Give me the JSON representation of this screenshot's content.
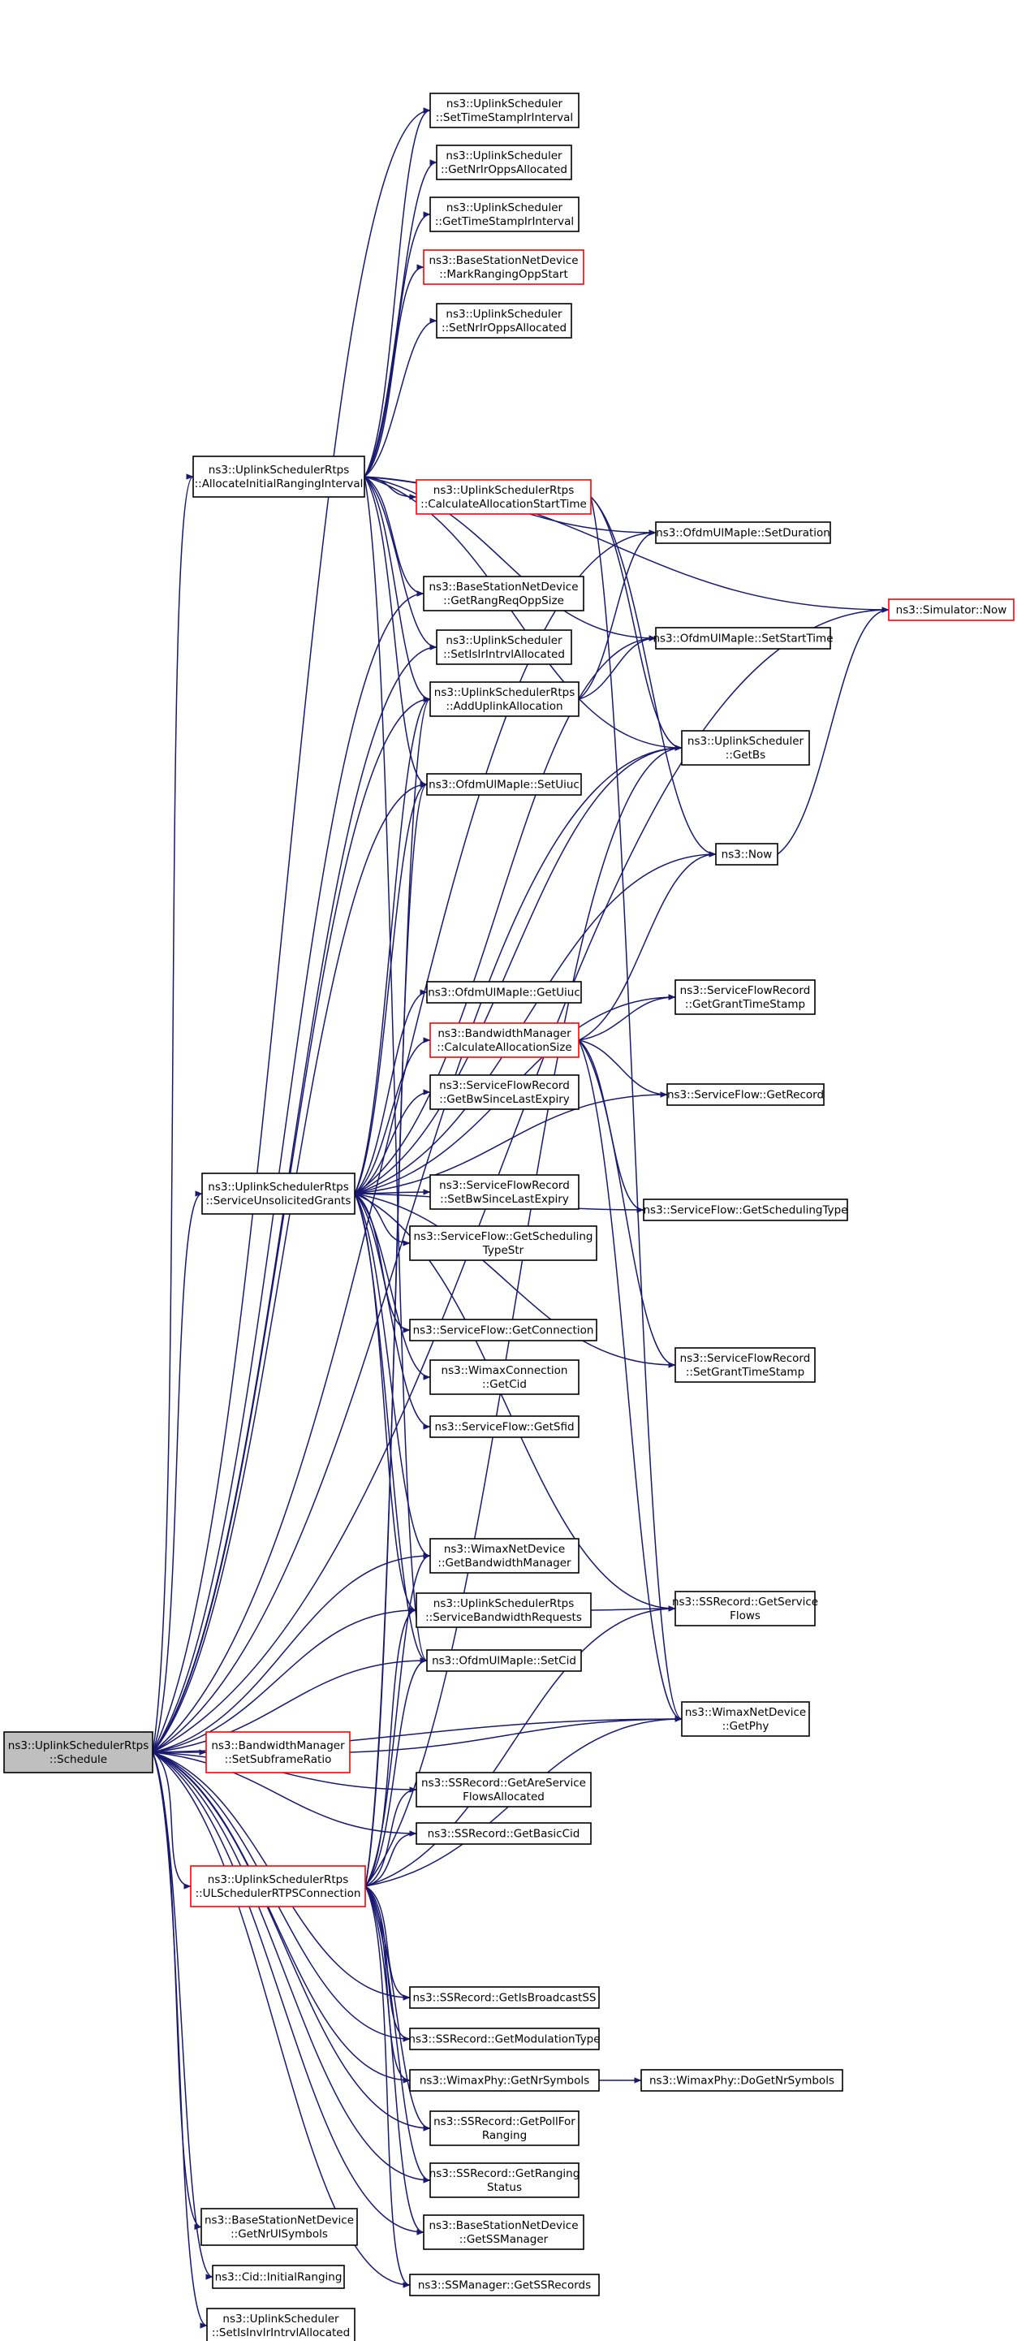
{
  "diagram": {
    "nodes": [
      {
        "id": "root",
        "lines": [
          "ns3::UplinkSchedulerRtps",
          "::Schedule"
        ],
        "style": "root"
      },
      {
        "id": "allocInit",
        "lines": [
          "ns3::UplinkSchedulerRtps",
          "::AllocateInitialRangingInterval"
        ],
        "style": "normal"
      },
      {
        "id": "serviceUnsol",
        "lines": [
          "ns3::UplinkSchedulerRtps",
          "::ServiceUnsolicitedGrants"
        ],
        "style": "normal"
      },
      {
        "id": "setSubframe",
        "lines": [
          "ns3::BandwidthManager",
          "::SetSubframeRatio"
        ],
        "style": "red"
      },
      {
        "id": "ulSched",
        "lines": [
          "ns3::UplinkSchedulerRtps",
          "::ULSchedulerRTPSConnection"
        ],
        "style": "red"
      },
      {
        "id": "getNrUl",
        "lines": [
          "ns3::BaseStationNetDevice",
          "::GetNrUlSymbols"
        ],
        "style": "normal"
      },
      {
        "id": "cidInit",
        "lines": [
          "ns3::Cid::InitialRanging"
        ],
        "style": "normal"
      },
      {
        "id": "setIsInv",
        "lines": [
          "ns3::UplinkScheduler",
          "::SetIsInvIrIntrvlAllocated"
        ],
        "style": "normal"
      },
      {
        "id": "setTimeStamp",
        "lines": [
          "ns3::UplinkScheduler",
          "::SetTimeStampIrInterval"
        ],
        "style": "normal"
      },
      {
        "id": "getNrIrOpps",
        "lines": [
          "ns3::UplinkScheduler",
          "::GetNrIrOppsAllocated"
        ],
        "style": "normal"
      },
      {
        "id": "getTimeStamp",
        "lines": [
          "ns3::UplinkScheduler",
          "::GetTimeStampIrInterval"
        ],
        "style": "normal"
      },
      {
        "id": "markRanging",
        "lines": [
          "ns3::BaseStationNetDevice",
          "::MarkRangingOppStart"
        ],
        "style": "red"
      },
      {
        "id": "setNrIrOpps",
        "lines": [
          "ns3::UplinkScheduler",
          "::SetNrIrOppsAllocated"
        ],
        "style": "normal"
      },
      {
        "id": "calcAllocStart",
        "lines": [
          "ns3::UplinkSchedulerRtps",
          "::CalculateAllocationStartTime"
        ],
        "style": "red"
      },
      {
        "id": "getRangReq",
        "lines": [
          "ns3::BaseStationNetDevice",
          "::GetRangReqOppSize"
        ],
        "style": "normal"
      },
      {
        "id": "setIsIrIntrvl",
        "lines": [
          "ns3::UplinkScheduler",
          "::SetIsIrIntrvlAllocated"
        ],
        "style": "normal"
      },
      {
        "id": "addUplink",
        "lines": [
          "ns3::UplinkSchedulerRtps",
          "::AddUplinkAllocation"
        ],
        "style": "normal"
      },
      {
        "id": "setUiuc",
        "lines": [
          "ns3::OfdmUlMapIe::SetUiuc"
        ],
        "style": "normal"
      },
      {
        "id": "getUiuc",
        "lines": [
          "ns3::OfdmUlMapIe::GetUiuc"
        ],
        "style": "normal"
      },
      {
        "id": "bwCalcAlloc",
        "lines": [
          "ns3::BandwidthManager",
          "::CalculateAllocationSize"
        ],
        "style": "red"
      },
      {
        "id": "getBwSince",
        "lines": [
          "ns3::ServiceFlowRecord",
          "::GetBwSinceLastExpiry"
        ],
        "style": "normal"
      },
      {
        "id": "setBwSince",
        "lines": [
          "ns3::ServiceFlowRecord",
          "::SetBwSinceLastExpiry"
        ],
        "style": "normal"
      },
      {
        "id": "getSchedTypeStr",
        "lines": [
          "ns3::ServiceFlow::GetScheduling",
          "TypeStr"
        ],
        "style": "normal"
      },
      {
        "id": "getConnection",
        "lines": [
          "ns3::ServiceFlow::GetConnection"
        ],
        "style": "normal"
      },
      {
        "id": "wimaxGetCid",
        "lines": [
          "ns3::WimaxConnection",
          "::GetCid"
        ],
        "style": "normal"
      },
      {
        "id": "getSfid",
        "lines": [
          "ns3::ServiceFlow::GetSfid"
        ],
        "style": "normal"
      },
      {
        "id": "getBwManager",
        "lines": [
          "ns3::WimaxNetDevice",
          "::GetBandwidthManager"
        ],
        "style": "normal"
      },
      {
        "id": "serviceBwReq",
        "lines": [
          "ns3::UplinkSchedulerRtps",
          "::ServiceBandwidthRequests"
        ],
        "style": "normal"
      },
      {
        "id": "setCid",
        "lines": [
          "ns3::OfdmUlMapIe::SetCid"
        ],
        "style": "normal"
      },
      {
        "id": "getAreService",
        "lines": [
          "ns3::SSRecord::GetAreService",
          "FlowsAllocated"
        ],
        "style": "normal"
      },
      {
        "id": "getBasicCid",
        "lines": [
          "ns3::SSRecord::GetBasicCid"
        ],
        "style": "normal"
      },
      {
        "id": "getIsBroadcast",
        "lines": [
          "ns3::SSRecord::GetIsBroadcastSS"
        ],
        "style": "normal"
      },
      {
        "id": "getModType",
        "lines": [
          "ns3::SSRecord::GetModulationType"
        ],
        "style": "normal"
      },
      {
        "id": "getNrSymbols",
        "lines": [
          "ns3::WimaxPhy::GetNrSymbols"
        ],
        "style": "normal"
      },
      {
        "id": "getPollFor",
        "lines": [
          "ns3::SSRecord::GetPollFor",
          "Ranging"
        ],
        "style": "normal"
      },
      {
        "id": "getRangingStatus",
        "lines": [
          "ns3::SSRecord::GetRanging",
          "Status"
        ],
        "style": "normal"
      },
      {
        "id": "getSSManager",
        "lines": [
          "ns3::BaseStationNetDevice",
          "::GetSSManager"
        ],
        "style": "normal"
      },
      {
        "id": "getSSRecords",
        "lines": [
          "ns3::SSManager::GetSSRecords"
        ],
        "style": "normal"
      },
      {
        "id": "setDuration",
        "lines": [
          "ns3::OfdmUlMapIe::SetDuration"
        ],
        "style": "normal"
      },
      {
        "id": "setStartTime",
        "lines": [
          "ns3::OfdmUlMapIe::SetStartTime"
        ],
        "style": "normal"
      },
      {
        "id": "getBs",
        "lines": [
          "ns3::UplinkScheduler",
          "::GetBs"
        ],
        "style": "normal"
      },
      {
        "id": "ns3Now",
        "lines": [
          "ns3::Now"
        ],
        "style": "normal"
      },
      {
        "id": "getGrantTime",
        "lines": [
          "ns3::ServiceFlowRecord",
          "::GetGrantTimeStamp"
        ],
        "style": "normal"
      },
      {
        "id": "getRecord",
        "lines": [
          "ns3::ServiceFlow::GetRecord"
        ],
        "style": "normal"
      },
      {
        "id": "getSchedType",
        "lines": [
          "ns3::ServiceFlow::GetSchedulingType"
        ],
        "style": "normal"
      },
      {
        "id": "setGrantTime",
        "lines": [
          "ns3::ServiceFlowRecord",
          "::SetGrantTimeStamp"
        ],
        "style": "normal"
      },
      {
        "id": "getServiceFlows",
        "lines": [
          "ns3::SSRecord::GetService",
          "Flows"
        ],
        "style": "normal"
      },
      {
        "id": "getPhy",
        "lines": [
          "ns3::WimaxNetDevice",
          "::GetPhy"
        ],
        "style": "normal"
      },
      {
        "id": "doGetNrSymbols",
        "lines": [
          "ns3::WimaxPhy::DoGetNrSymbols"
        ],
        "style": "normal"
      },
      {
        "id": "simNow",
        "lines": [
          "ns3::Simulator::Now"
        ],
        "style": "red"
      }
    ],
    "edges": [
      [
        "root",
        "allocInit"
      ],
      [
        "root",
        "serviceUnsol"
      ],
      [
        "root",
        "setSubframe"
      ],
      [
        "root",
        "ulSched"
      ],
      [
        "root",
        "getNrUl"
      ],
      [
        "root",
        "cidInit"
      ],
      [
        "root",
        "setIsInv"
      ],
      [
        "root",
        "setTimeStamp"
      ],
      [
        "root",
        "setDuration"
      ],
      [
        "root",
        "simNow"
      ],
      [
        "root",
        "getRangReq"
      ],
      [
        "root",
        "setIsIrIntrvl"
      ],
      [
        "root",
        "addUplink"
      ],
      [
        "root",
        "getBs"
      ],
      [
        "root",
        "setUiuc"
      ],
      [
        "root",
        "getBwManager"
      ],
      [
        "root",
        "serviceBwReq"
      ],
      [
        "root",
        "setCid"
      ],
      [
        "root",
        "getPhy"
      ],
      [
        "root",
        "getAreService"
      ],
      [
        "root",
        "getBasicCid"
      ],
      [
        "root",
        "getIsBroadcast"
      ],
      [
        "root",
        "getModType"
      ],
      [
        "root",
        "getNrSymbols"
      ],
      [
        "root",
        "getPollFor"
      ],
      [
        "root",
        "getRangingStatus"
      ],
      [
        "root",
        "getSSManager"
      ],
      [
        "root",
        "getSSRecords"
      ],
      [
        "allocInit",
        "setTimeStamp"
      ],
      [
        "allocInit",
        "getNrIrOpps"
      ],
      [
        "allocInit",
        "getTimeStamp"
      ],
      [
        "allocInit",
        "markRanging"
      ],
      [
        "allocInit",
        "setNrIrOpps"
      ],
      [
        "allocInit",
        "calcAllocStart"
      ],
      [
        "allocInit",
        "getRangReq"
      ],
      [
        "allocInit",
        "setIsIrIntrvl"
      ],
      [
        "allocInit",
        "addUplink"
      ],
      [
        "allocInit",
        "setUiuc"
      ],
      [
        "allocInit",
        "simNow"
      ],
      [
        "allocInit",
        "setStartTime"
      ],
      [
        "allocInit",
        "getBs"
      ],
      [
        "allocInit",
        "setDuration"
      ],
      [
        "allocInit",
        "setCid"
      ],
      [
        "calcAllocStart",
        "getBs"
      ],
      [
        "calcAllocStart",
        "ns3Now"
      ],
      [
        "calcAllocStart",
        "getPhy"
      ],
      [
        "addUplink",
        "setDuration"
      ],
      [
        "addUplink",
        "setStartTime"
      ],
      [
        "serviceUnsol",
        "getUiuc"
      ],
      [
        "serviceUnsol",
        "bwCalcAlloc"
      ],
      [
        "serviceUnsol",
        "getBwSince"
      ],
      [
        "serviceUnsol",
        "setBwSince"
      ],
      [
        "serviceUnsol",
        "getSchedTypeStr"
      ],
      [
        "serviceUnsol",
        "getConnection"
      ],
      [
        "serviceUnsol",
        "wimaxGetCid"
      ],
      [
        "serviceUnsol",
        "getSfid"
      ],
      [
        "serviceUnsol",
        "getBwManager"
      ],
      [
        "serviceUnsol",
        "serviceBwReq"
      ],
      [
        "serviceUnsol",
        "setCid"
      ],
      [
        "serviceUnsol",
        "addUplink"
      ],
      [
        "serviceUnsol",
        "setUiuc"
      ],
      [
        "serviceUnsol",
        "ns3Now"
      ],
      [
        "serviceUnsol",
        "getGrantTime"
      ],
      [
        "serviceUnsol",
        "getRecord"
      ],
      [
        "serviceUnsol",
        "getSchedType"
      ],
      [
        "serviceUnsol",
        "setGrantTime"
      ],
      [
        "serviceUnsol",
        "getServiceFlows"
      ],
      [
        "serviceUnsol",
        "getBs"
      ],
      [
        "serviceUnsol",
        "setStartTime"
      ],
      [
        "bwCalcAlloc",
        "ns3Now"
      ],
      [
        "bwCalcAlloc",
        "getGrantTime"
      ],
      [
        "bwCalcAlloc",
        "getRecord"
      ],
      [
        "bwCalcAlloc",
        "getSchedType"
      ],
      [
        "bwCalcAlloc",
        "setGrantTime"
      ],
      [
        "bwCalcAlloc",
        "getPhy"
      ],
      [
        "serviceBwReq",
        "getServiceFlows"
      ],
      [
        "setSubframe",
        "getPhy"
      ],
      [
        "ulSched",
        "addUplink"
      ],
      [
        "ulSched",
        "setUiuc"
      ],
      [
        "ulSched",
        "setCid"
      ],
      [
        "ulSched",
        "getAreService"
      ],
      [
        "ulSched",
        "getBasicCid"
      ],
      [
        "ulSched",
        "getServiceFlows"
      ],
      [
        "ulSched",
        "getBs"
      ],
      [
        "ulSched",
        "getPhy"
      ],
      [
        "ulSched",
        "getIsBroadcast"
      ],
      [
        "ulSched",
        "getModType"
      ],
      [
        "ulSched",
        "getNrSymbols"
      ],
      [
        "ulSched",
        "getPollFor"
      ],
      [
        "ulSched",
        "getRangingStatus"
      ],
      [
        "ulSched",
        "getSSManager"
      ],
      [
        "ulSched",
        "getSSRecords"
      ],
      [
        "ulSched",
        "serviceBwReq"
      ],
      [
        "ulSched",
        "getBwManager"
      ],
      [
        "getNrSymbols",
        "doGetNrSymbols"
      ],
      [
        "ns3Now",
        "simNow"
      ]
    ]
  }
}
